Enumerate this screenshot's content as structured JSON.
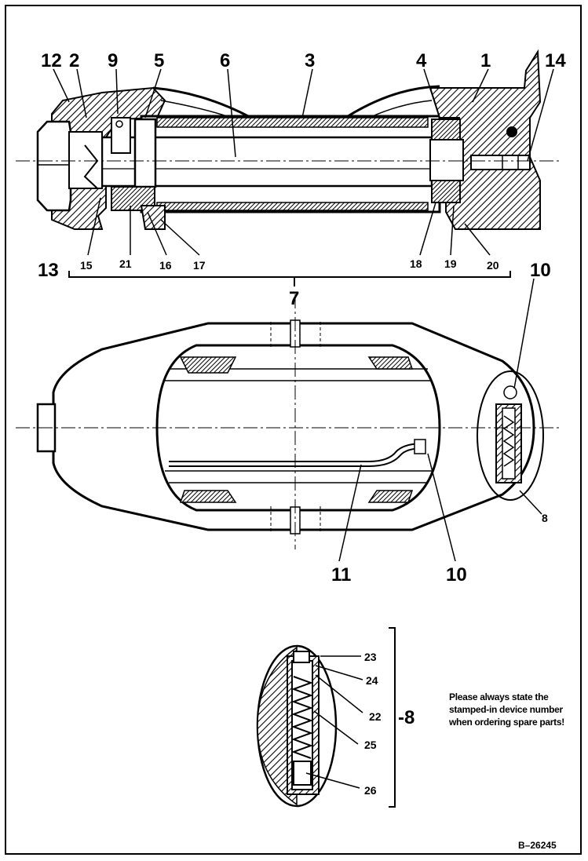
{
  "labels": {
    "p1": "1",
    "p2": "2",
    "p3": "3",
    "p4": "4",
    "p5": "5",
    "p6": "6",
    "p7": "7",
    "p8": "8",
    "p9": "9",
    "p10": "10",
    "p11": "11",
    "p12": "12",
    "p13": "13",
    "p14": "14",
    "p15": "15",
    "p16": "16",
    "p17": "17",
    "p18": "18",
    "p19": "19",
    "p20": "20",
    "p21": "21",
    "p22": "22",
    "p23": "23",
    "p24": "24",
    "p25": "25",
    "p26": "26",
    "detail8": "-8"
  },
  "note": "Please always state the stamped-in device number when ordering spare parts!",
  "figure_number": "B–26245"
}
